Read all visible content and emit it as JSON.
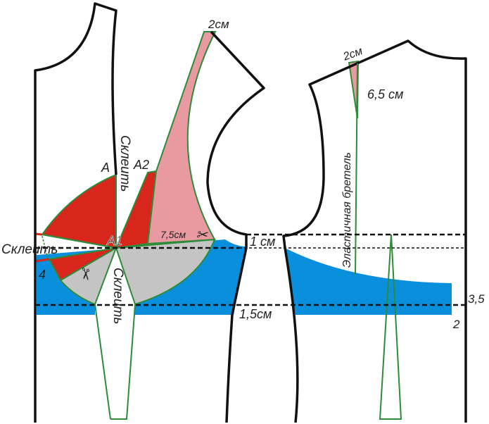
{
  "labels": {
    "top_2cm_left": "2см",
    "top_2cm_right": "2см",
    "strap_length": "6,5 см",
    "strap_name": "Эластичная бретель",
    "glue_vertical_top": "Склеить",
    "glue_horizontal": "Склеить",
    "glue_vertical_bottom": "Склеить",
    "point_a": "A",
    "point_a2": "A2",
    "point_a1": "A1",
    "cut_7_5cm": "7,5см",
    "offset_1cm": "1 см",
    "offset_1_5cm": "1,5см",
    "value_3_5": "3,5",
    "value_2": "2",
    "value_4": "4"
  },
  "colors": {
    "blue": "#0a8fdc",
    "red": "#d9261c",
    "pink": "#e89aa0",
    "gray": "#c4c4c4",
    "green": "#2e8b3a"
  }
}
